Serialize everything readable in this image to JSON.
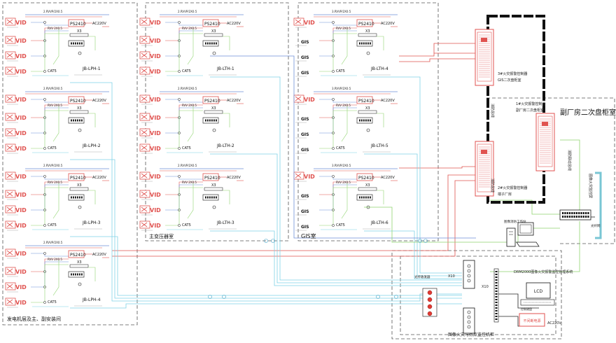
{
  "regions": {
    "generator": "发电机层及主、副安装间",
    "transformer": "主变压器室",
    "gis": "GIS室",
    "secondary": "副厂房二次盘柜室",
    "monitor": "图像火灾与热点监控机柜"
  },
  "boxes": [
    {
      "id": "JB-LPH-1",
      "region": "generator"
    },
    {
      "id": "JB-LPH-2",
      "region": "generator"
    },
    {
      "id": "JB-LPH-3",
      "region": "generator"
    },
    {
      "id": "JB-LPH-4",
      "region": "generator"
    },
    {
      "id": "JB-LTH-1",
      "region": "transformer"
    },
    {
      "id": "JB-LTH-2",
      "region": "transformer"
    },
    {
      "id": "JB-LTH-3",
      "region": "transformer"
    },
    {
      "id": "JB-LTH-4",
      "region": "gis"
    },
    {
      "id": "JB-LTH-5",
      "region": "gis"
    },
    {
      "id": "JB-LTH-6",
      "region": "gis"
    }
  ],
  "box_text": {
    "vid": "VID",
    "gis_tag": "GIS",
    "cable_top": "2.RVVP/2X0.5",
    "cable_top_gis": "3.RVVP/2X0.5",
    "ps": "PS2410",
    "ac": "AC220V",
    "cable_mid": "RVV 2X0.5",
    "x3": "X3",
    "cat": "CAT5"
  },
  "cabinets": {
    "c1_label": "3#火灾报警控制器",
    "c1_sub": "GIS二次盘柜室",
    "c2_label": "1#火灾报警控制器",
    "c2_sub": "副厂房二次盘柜室",
    "c3_label": "2#火灾报警控制器",
    "c3_sub": "端子厂房"
  },
  "vertical_labels": {
    "left_bus": "消防总线",
    "right_bus": "消防联动总线",
    "wall": "图像火灾监控屏"
  },
  "equipment": {
    "workstation": "图像消防工作站",
    "switch": "光纤网",
    "x10_a": "X10",
    "x10_b": "X10",
    "receiver_label": "光纤收发器",
    "drm": "DRM2000图像火灾报警监控管理系统",
    "lcd": "LCD",
    "keyboard_label": "控制键盘",
    "ups": "不间断电源",
    "ups_ac": "AC220V"
  }
}
